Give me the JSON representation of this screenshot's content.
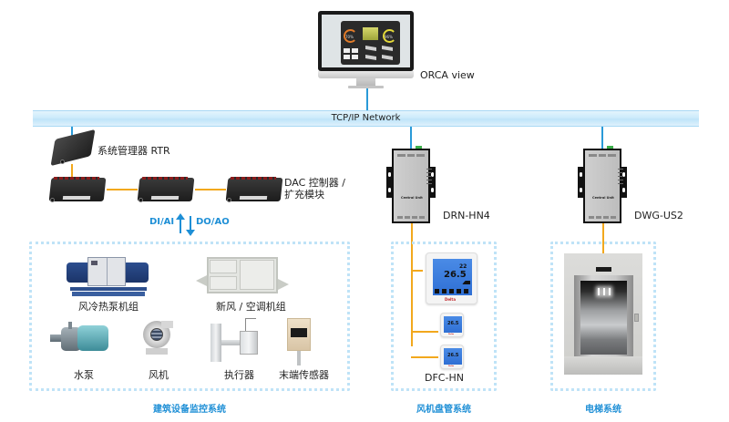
{
  "diagram": {
    "network": {
      "label": "TCP/IP Network"
    },
    "workstation": {
      "label": "ORCA view",
      "screen_gauges": [
        "70%",
        "96%"
      ]
    },
    "bms": {
      "rtr_label": "系统管理器 RTR",
      "dac_label_line1": "DAC 控制器 /",
      "dac_label_line2": "扩充模块",
      "io_in_label": "DI/AI",
      "io_out_label": "DO/AO",
      "equipment": [
        {
          "label": "风冷热泵机组",
          "icon": "chiller-icon"
        },
        {
          "label": "新风 / 空调机组",
          "icon": "air-handler-icon"
        },
        {
          "label": "水泵",
          "icon": "water-pump-icon"
        },
        {
          "label": "风机",
          "icon": "fan-icon"
        },
        {
          "label": "执行器",
          "icon": "actuator-icon"
        },
        {
          "label": "末端传感器",
          "icon": "sensor-icon"
        }
      ],
      "system_title": "建筑设备监控系统"
    },
    "fcu": {
      "gateway_label": "DRN-HN4",
      "gateway_text": "Central Unit",
      "thermostat_label": "DFC-HN",
      "thermostat_reading": "26.5",
      "thermostat_setpoint": "22",
      "thermostat_brand": "Delta",
      "system_title": "风机盘管系统"
    },
    "elevator": {
      "gateway_label": "DWG-US2",
      "gateway_text": "Central Unit",
      "system_title": "电梯系统"
    },
    "colors": {
      "network_line": "#2a9ad8",
      "field_bus_line": "#f2a81d",
      "title_blue": "#1e8fd6",
      "group_border": "#bfe3f7"
    }
  }
}
